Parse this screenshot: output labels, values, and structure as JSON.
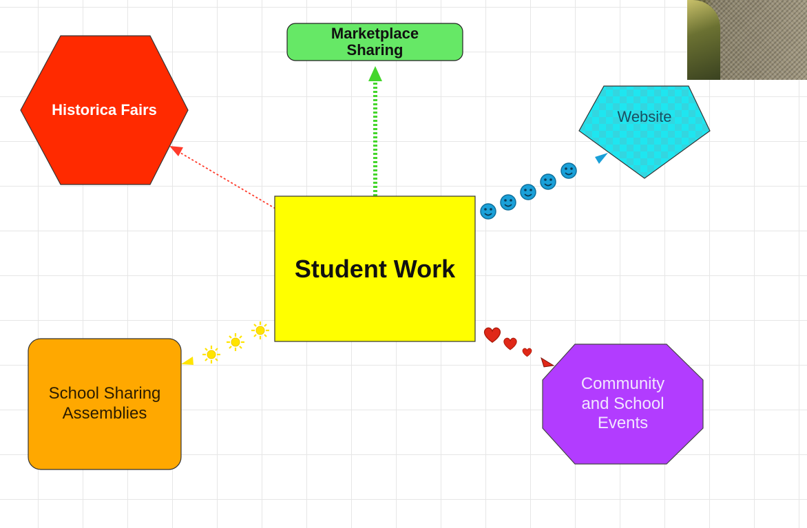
{
  "diagram": {
    "center": {
      "label": "Student Work",
      "color": "#ffff00"
    },
    "nodes": {
      "marketplace": {
        "label": "Marketplace Sharing",
        "shape": "rounded-rectangle",
        "color": "#66e866"
      },
      "historica": {
        "label": "Historica Fairs",
        "shape": "hexagon",
        "color": "#ff2a00"
      },
      "website": {
        "label": "Website",
        "shape": "pentagon",
        "color": "#1ee6f0"
      },
      "school": {
        "label": "School Sharing Assemblies",
        "shape": "rounded-square",
        "color": "#ffa800"
      },
      "community": {
        "label": "Community and School Events",
        "shape": "octagon",
        "color": "#b23cff"
      }
    },
    "connectors": [
      {
        "from": "center",
        "to": "marketplace",
        "style": "dashed",
        "color": "#44d62c"
      },
      {
        "from": "center",
        "to": "historica",
        "style": "dotted",
        "color": "#ff3a2a"
      },
      {
        "from": "center",
        "to": "website",
        "style": "smiley-faces",
        "color": "#1aa0d8",
        "icon": "smiley-icon"
      },
      {
        "from": "center",
        "to": "school",
        "style": "suns",
        "color": "#ffe400",
        "icon": "sun-icon"
      },
      {
        "from": "center",
        "to": "community",
        "style": "hearts",
        "color": "#e02818",
        "icon": "heart-icon"
      }
    ]
  },
  "webcam": {
    "icon": "webcam-overlay"
  }
}
